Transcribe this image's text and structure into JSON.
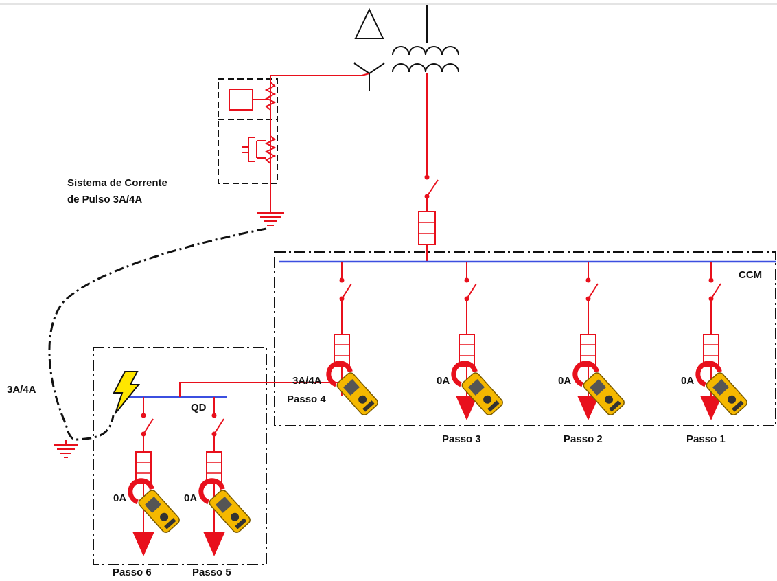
{
  "labels": {
    "pulse_system_line1": "Sistema de Corrente",
    "pulse_system_line2": "de Pulso 3A/4A",
    "ccm": "CCM",
    "qd": "QD",
    "ground_current": "3A/4A"
  },
  "ccm_feeders": [
    {
      "reading": "3A/4A",
      "step": "Passo 4"
    },
    {
      "reading": "0A",
      "step": "Passo 3"
    },
    {
      "reading": "0A",
      "step": "Passo 2"
    },
    {
      "reading": "0A",
      "step": "Passo 1"
    }
  ],
  "qd_feeders": [
    {
      "reading": "0A",
      "step": "Passo 6"
    },
    {
      "reading": "0A",
      "step": "Passo 5"
    }
  ],
  "colors": {
    "wire": "#e8101c",
    "busbar": "#3b4fe0",
    "frame": "#222222",
    "clamp_body": "#f5b800",
    "clamp_jaw": "#e8101c",
    "clamp_screen": "#555555",
    "fault": "#ffe600"
  }
}
